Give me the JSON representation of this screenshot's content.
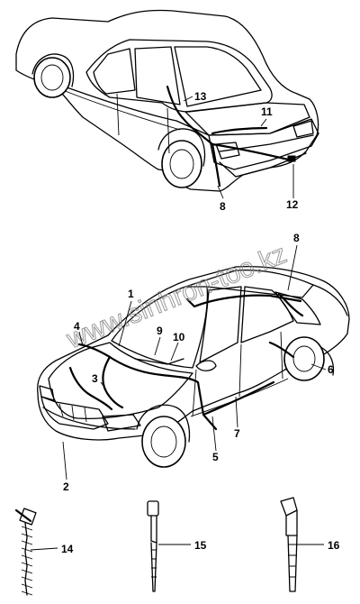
{
  "watermark": "www.sinhron-too.kz",
  "callouts": {
    "c1": "1",
    "c2": "2",
    "c3": "3",
    "c4": "4",
    "c5": "5",
    "c6": "6",
    "c7": "7",
    "c8_rear": "8",
    "c8_front": "8",
    "c9": "9",
    "c10": "10",
    "c11": "11",
    "c12": "12",
    "c13": "13",
    "c14": "14",
    "c15": "15",
    "c16": "16"
  }
}
